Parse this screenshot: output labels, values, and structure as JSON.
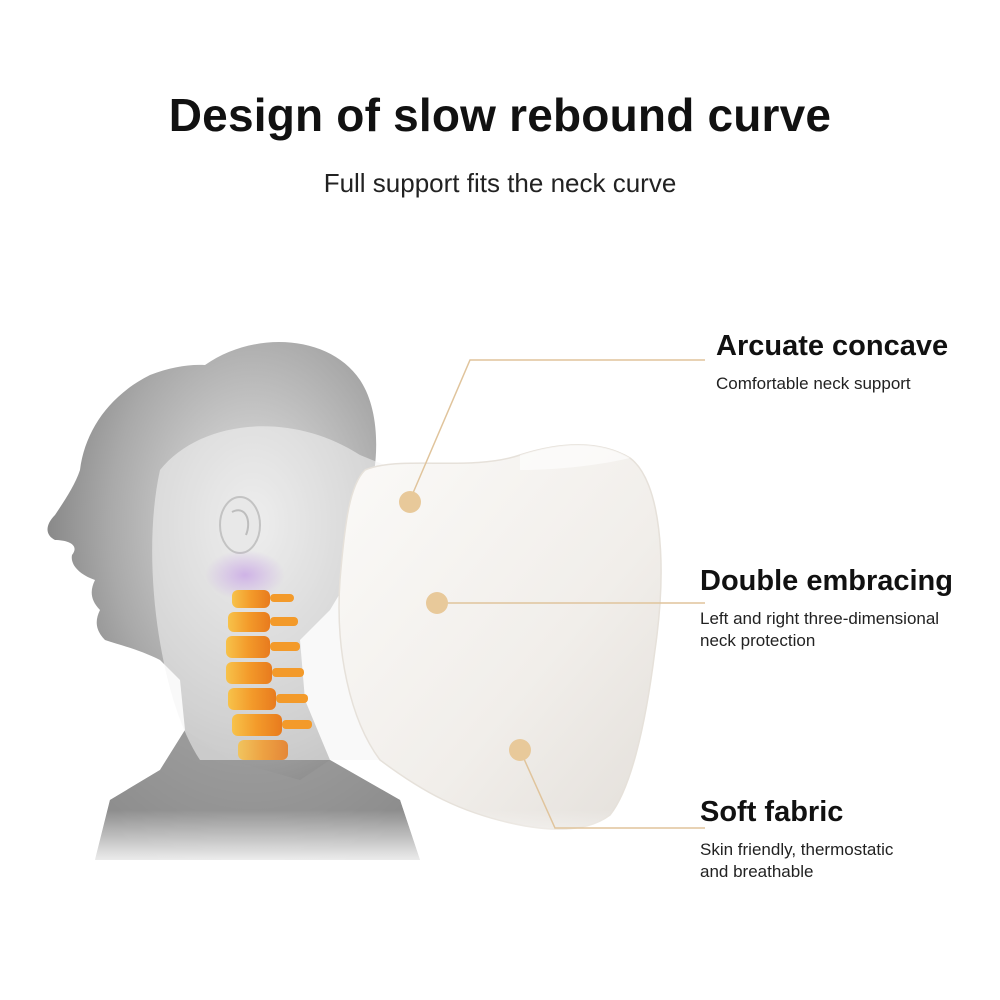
{
  "title": "Design of slow rebound curve",
  "subtitle": "Full support fits the neck curve",
  "colors": {
    "accent": "#e8c99a",
    "callout_line": "#e0c49c",
    "spine": "#f39a2a"
  },
  "features": [
    {
      "title": "Arcuate concave",
      "desc": "Comfortable neck support"
    },
    {
      "title": "Double embracing",
      "desc": "Left and right three-dimensional\nneck protection"
    },
    {
      "title": "Soft fabric",
      "desc": "Skin friendly, thermostatic\nand breathable"
    }
  ]
}
